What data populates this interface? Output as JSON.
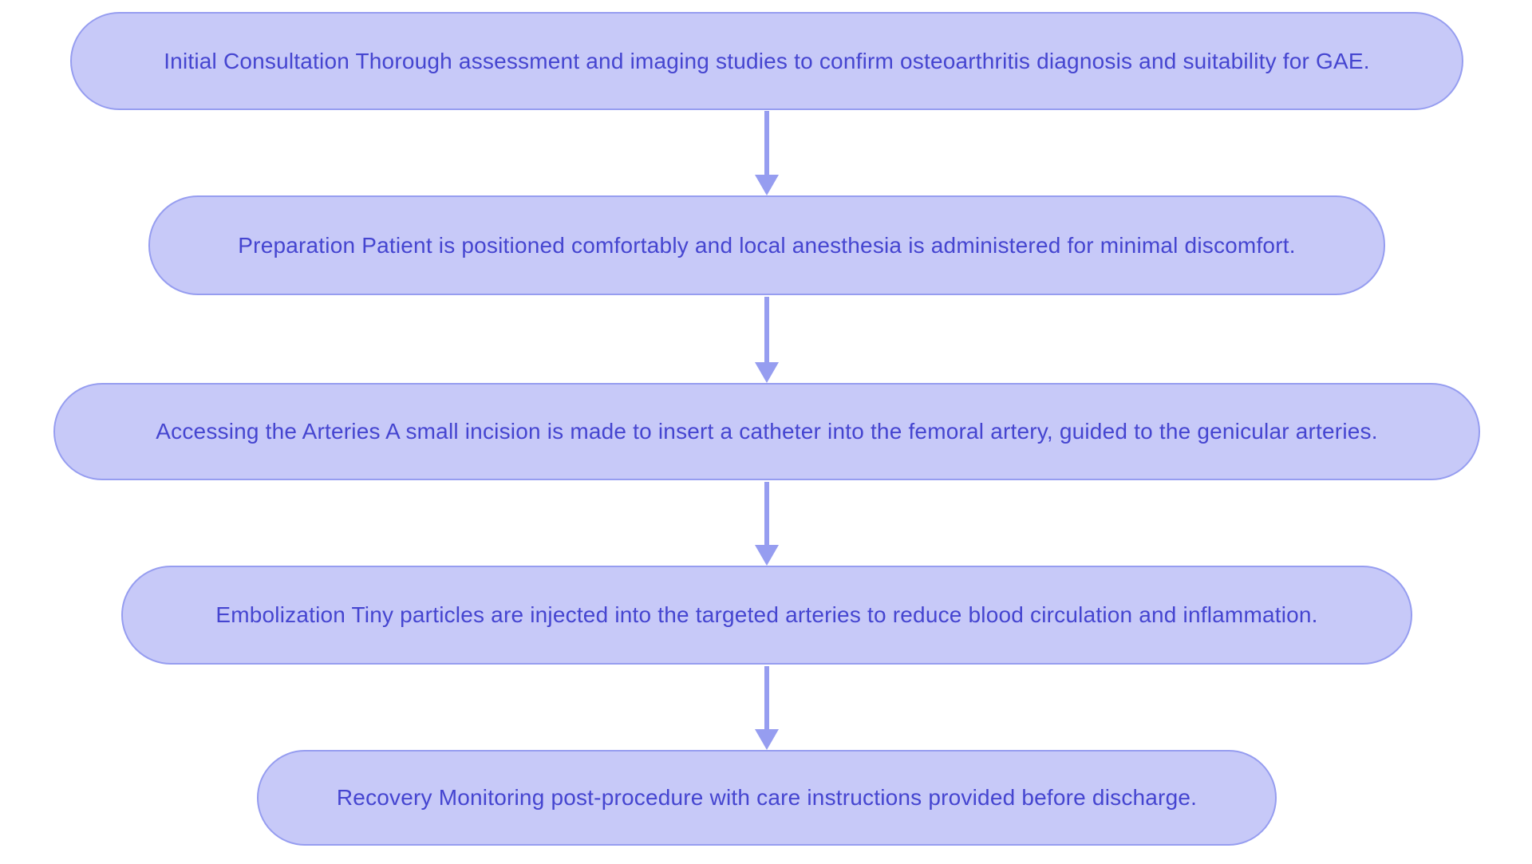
{
  "diagram": {
    "type": "flowchart",
    "direction": "top-down",
    "steps": [
      {
        "id": "initial-consultation",
        "label": "Initial Consultation Thorough assessment and imaging studies to confirm osteoarthritis diagnosis and suitability for GAE."
      },
      {
        "id": "preparation",
        "label": "Preparation Patient is positioned comfortably and local anesthesia is administered for minimal discomfort."
      },
      {
        "id": "accessing-the-arteries",
        "label": "Accessing the Arteries A small incision is made to insert a catheter into the femoral artery, guided to the genicular arteries."
      },
      {
        "id": "embolization",
        "label": "Embolization Tiny particles are injected into the targeted arteries to reduce blood circulation and inflammation."
      },
      {
        "id": "recovery",
        "label": "Recovery Monitoring post-procedure with care instructions provided before discharge."
      }
    ],
    "connectors": [
      {
        "from": 0,
        "to": 1,
        "style": "arrow-down"
      },
      {
        "from": 1,
        "to": 2,
        "style": "arrow-down"
      },
      {
        "from": 2,
        "to": 3,
        "style": "arrow-down"
      },
      {
        "from": 3,
        "to": 4,
        "style": "arrow-down"
      }
    ],
    "colors": {
      "node_fill": "#c7c9f8",
      "node_border": "#969df0",
      "arrow": "#969df0",
      "text": "#4545d0",
      "background": "#ffffff"
    }
  }
}
